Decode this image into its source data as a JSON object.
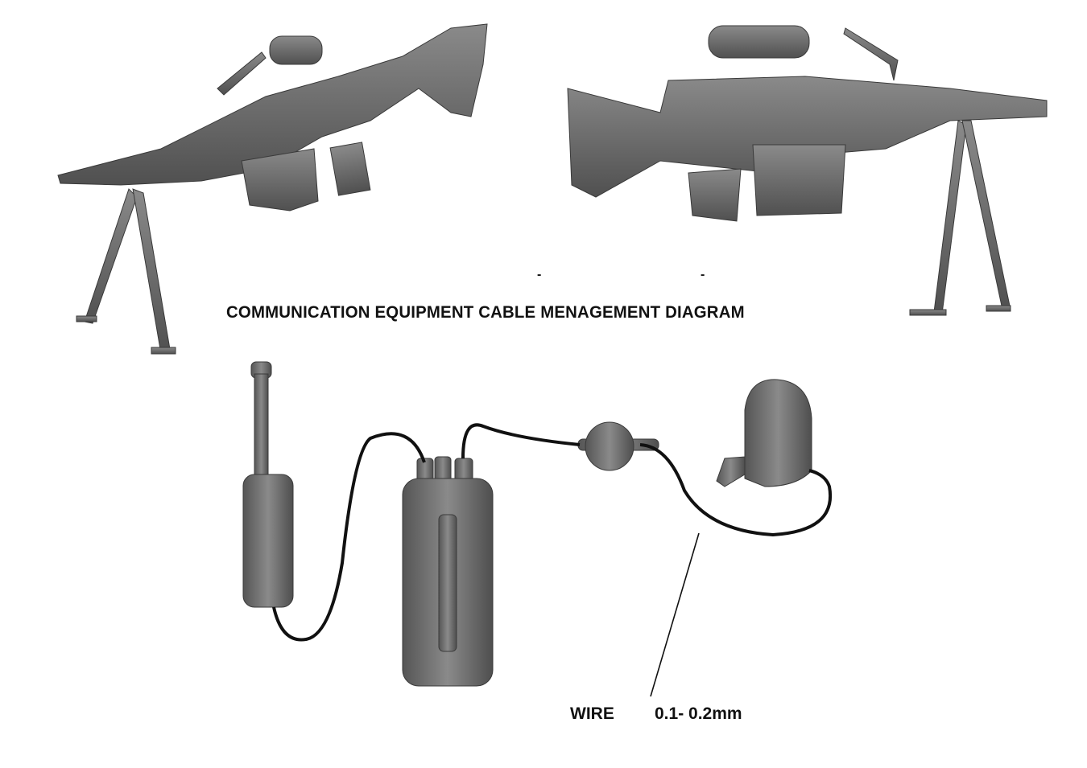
{
  "diagram": {
    "title": "COMMUNICATION EQUIPMENT CABLE MENAGEMENT DIAGRAM",
    "markers": [
      "-",
      "-"
    ],
    "callout": {
      "label": "WIRE",
      "size": "0.1- 0.2mm"
    },
    "colors": {
      "model_gray": "#6b6b6b",
      "wire": "#111111"
    }
  }
}
